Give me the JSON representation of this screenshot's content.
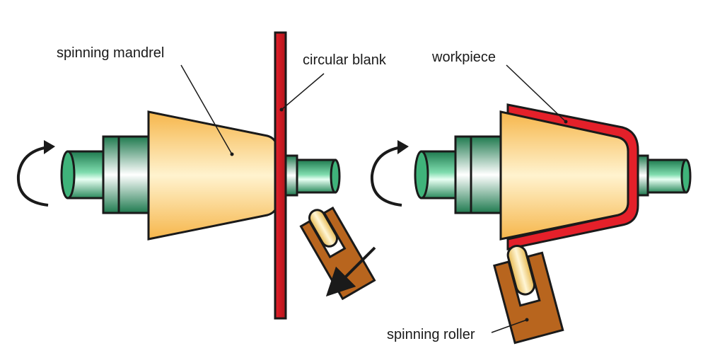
{
  "labels": {
    "spinning_mandrel": "spinning mandrel",
    "circular_blank": "circular blank",
    "workpiece": "workpiece",
    "spinning_roller": "spinning roller"
  },
  "colors": {
    "shaft_green": "#3fb37a",
    "shaft_dark": "#1f7a4f",
    "mandrel_light": "#fde7b0",
    "mandrel_dark": "#f6b64b",
    "blank_red": "#e4202a",
    "roller_brown": "#b8651e",
    "roller_dark": "#7a3d0c",
    "roller_pin": "#f3d488",
    "outline": "#1a1a1a"
  },
  "icons": [
    "rotation-arrow-icon",
    "feed-direction-arrow-icon"
  ]
}
